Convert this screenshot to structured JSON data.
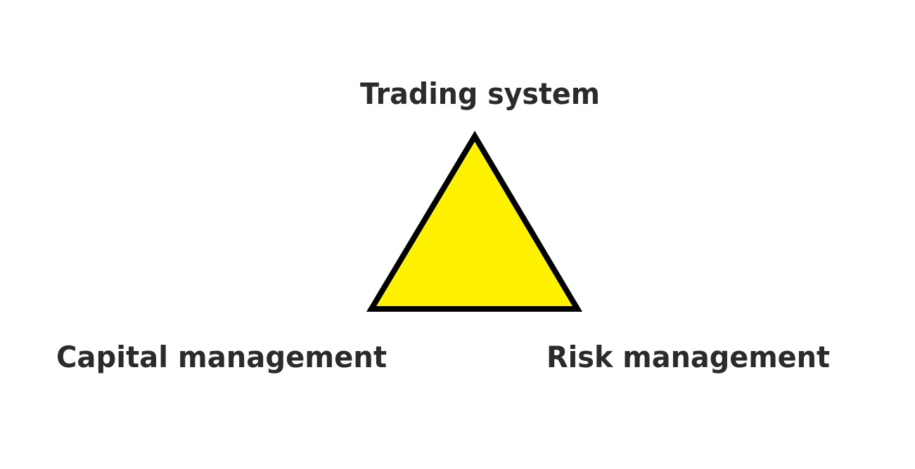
{
  "diagram": {
    "top_label": "Trading system",
    "left_label": "Capital management",
    "right_label": "Risk management",
    "shape": "triangle",
    "colors": {
      "fill": "#FFF200",
      "stroke": "#000000",
      "text": "#2b2b2b",
      "background": "#ffffff"
    }
  }
}
